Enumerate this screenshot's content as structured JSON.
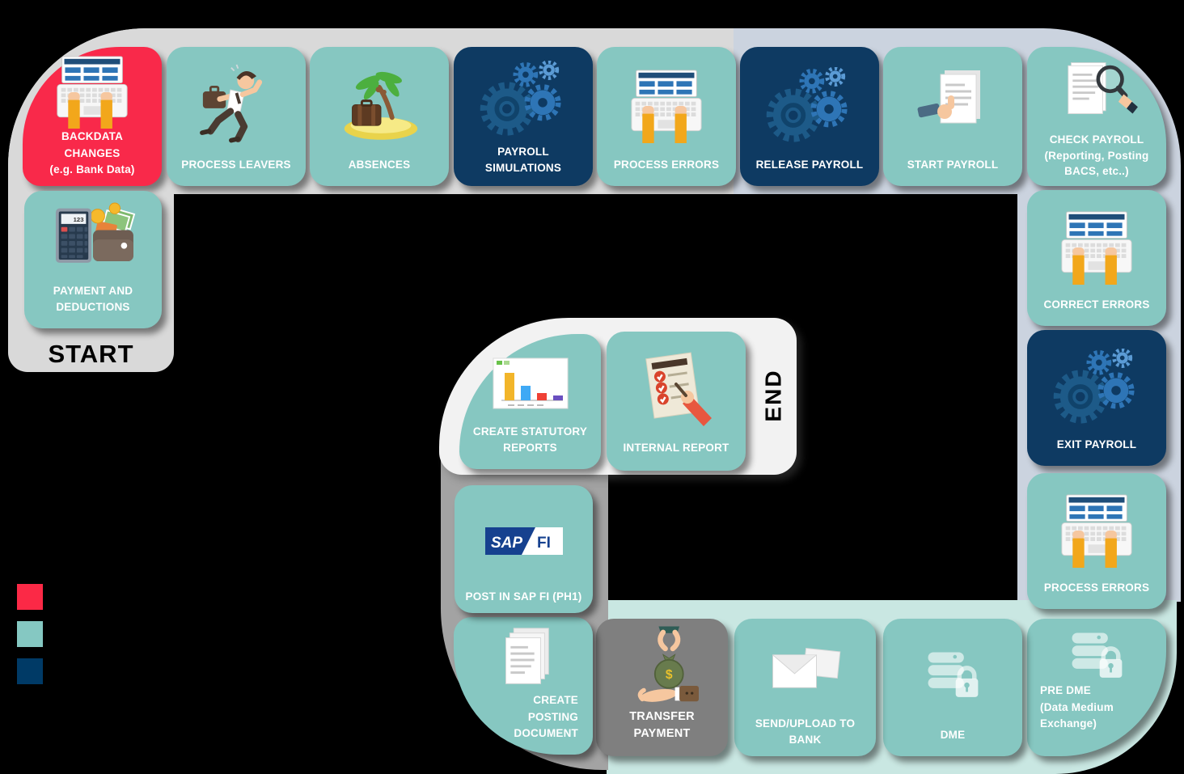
{
  "board": {
    "start_label": "START",
    "end_label": "END"
  },
  "legend": {
    "items": [
      {
        "name": "red-swatch",
        "color": "#FB2946"
      },
      {
        "name": "teal-swatch",
        "color": "#85C8C2"
      },
      {
        "name": "navy-swatch",
        "color": "#003A66"
      }
    ]
  },
  "colors": {
    "tile_teal": "#86C7C1",
    "tile_navy": "#0E3A62",
    "tile_red": "#F9294A",
    "tile_gray": "#7F7F7F",
    "strip_gray": "#D9D9D9",
    "strip_blue_gray": "#CBD3DF",
    "strip_light_teal": "#C9E7E2",
    "strip_mid_gray": "#A3A3A3",
    "strip_white": "#F2F2F2"
  },
  "icons": {
    "calculator_display": "123",
    "money_bag_symbol": "$"
  },
  "sap_logo": {
    "sap": "SAP",
    "fi": "FI"
  },
  "tiles": {
    "backdata": {
      "label": "BACKDATA\nCHANGES\n(e.g. Bank Data)",
      "icon": "laptop-hands",
      "variant": "red"
    },
    "process_leavers": {
      "label": "PROCESS LEAVERS",
      "icon": "running-man",
      "variant": "teal"
    },
    "absences": {
      "label": "ABSENCES",
      "icon": "island-vacation",
      "variant": "teal"
    },
    "payroll_simulations": {
      "label": "PAYROLL\nSIMULATIONS",
      "icon": "gears",
      "variant": "navy"
    },
    "process_errors_top": {
      "label": "PROCESS ERRORS",
      "icon": "laptop-hands",
      "variant": "teal"
    },
    "release_payroll": {
      "label": "RELEASE PAYROLL",
      "icon": "gears",
      "variant": "navy"
    },
    "start_payroll": {
      "label": "START PAYROLL",
      "icon": "document-approve",
      "variant": "teal"
    },
    "check_payroll": {
      "label": "CHECK PAYROLL\n(Reporting, Posting\nBACS, etc..)",
      "icon": "document-magnifier",
      "variant": "teal"
    },
    "correct_errors": {
      "label": "CORRECT ERRORS",
      "icon": "laptop-hands",
      "variant": "teal"
    },
    "exit_payroll": {
      "label": "EXIT PAYROLL",
      "icon": "gears",
      "variant": "navy"
    },
    "process_errors_right": {
      "label": "PROCESS ERRORS",
      "icon": "laptop-hands",
      "variant": "teal"
    },
    "pre_dme": {
      "label": "PRE DME\n(Data Medium\nExchange)",
      "icon": "database-lock",
      "variant": "teal"
    },
    "dme": {
      "label": "DME",
      "icon": "database-lock",
      "variant": "teal"
    },
    "send_upload_bank": {
      "label": "SEND/UPLOAD TO\nBANK",
      "icon": "envelopes",
      "variant": "teal"
    },
    "transfer_payment": {
      "label": "TRANSFER PAYMENT",
      "icon": "money-hand",
      "variant": "gray"
    },
    "create_posting_document": {
      "label": "CREATE\nPOSTING\nDOCUMENT",
      "icon": "documents-stack",
      "variant": "teal"
    },
    "post_sap_fi": {
      "label": "POST IN SAP FI (PH1)",
      "icon": "sap-fi-logo",
      "variant": "teal"
    },
    "create_statutory_reports": {
      "label": "CREATE STATUTORY\nREPORTS",
      "icon": "bar-chart-report",
      "variant": "teal"
    },
    "internal_report": {
      "label": "INTERNAL REPORT",
      "icon": "checklist-hand",
      "variant": "teal"
    },
    "payment_deductions": {
      "label": "PAYMENT AND\nDEDUCTIONS",
      "icon": "calculator-wallet",
      "variant": "teal"
    }
  }
}
